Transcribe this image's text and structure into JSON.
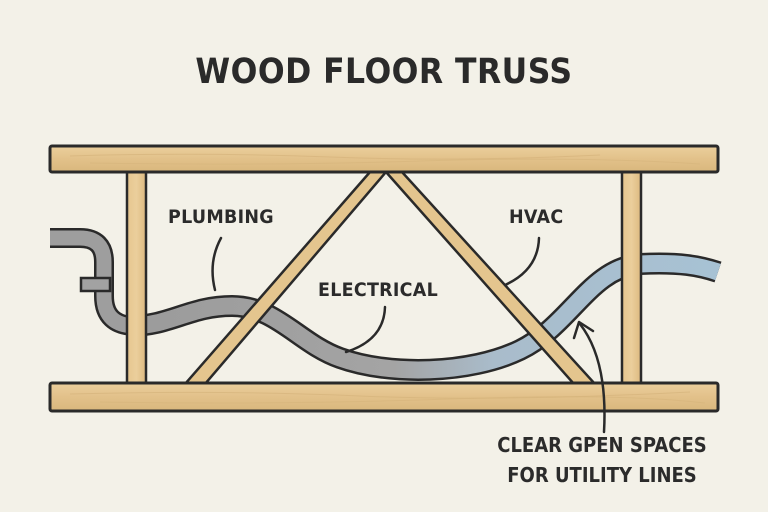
{
  "title": "WOOD FLOOR TRUSS",
  "labels": {
    "plumbing": "PLUMBING",
    "electrical": "ELECTRICAL",
    "hvac": "HVAC"
  },
  "caption": {
    "line1": "CLEAR GPEN SPACES",
    "line2": "FOR UTILITY LINES"
  },
  "colors": {
    "background": "#f3f1e8",
    "wood": "#e2c18a",
    "wood_light": "#ebcf9c",
    "outline": "#2a2a2a",
    "plumbing_pipe": "#9e9e9e",
    "hvac_duct": "#a9c3d3",
    "text": "#2b2b2b"
  }
}
